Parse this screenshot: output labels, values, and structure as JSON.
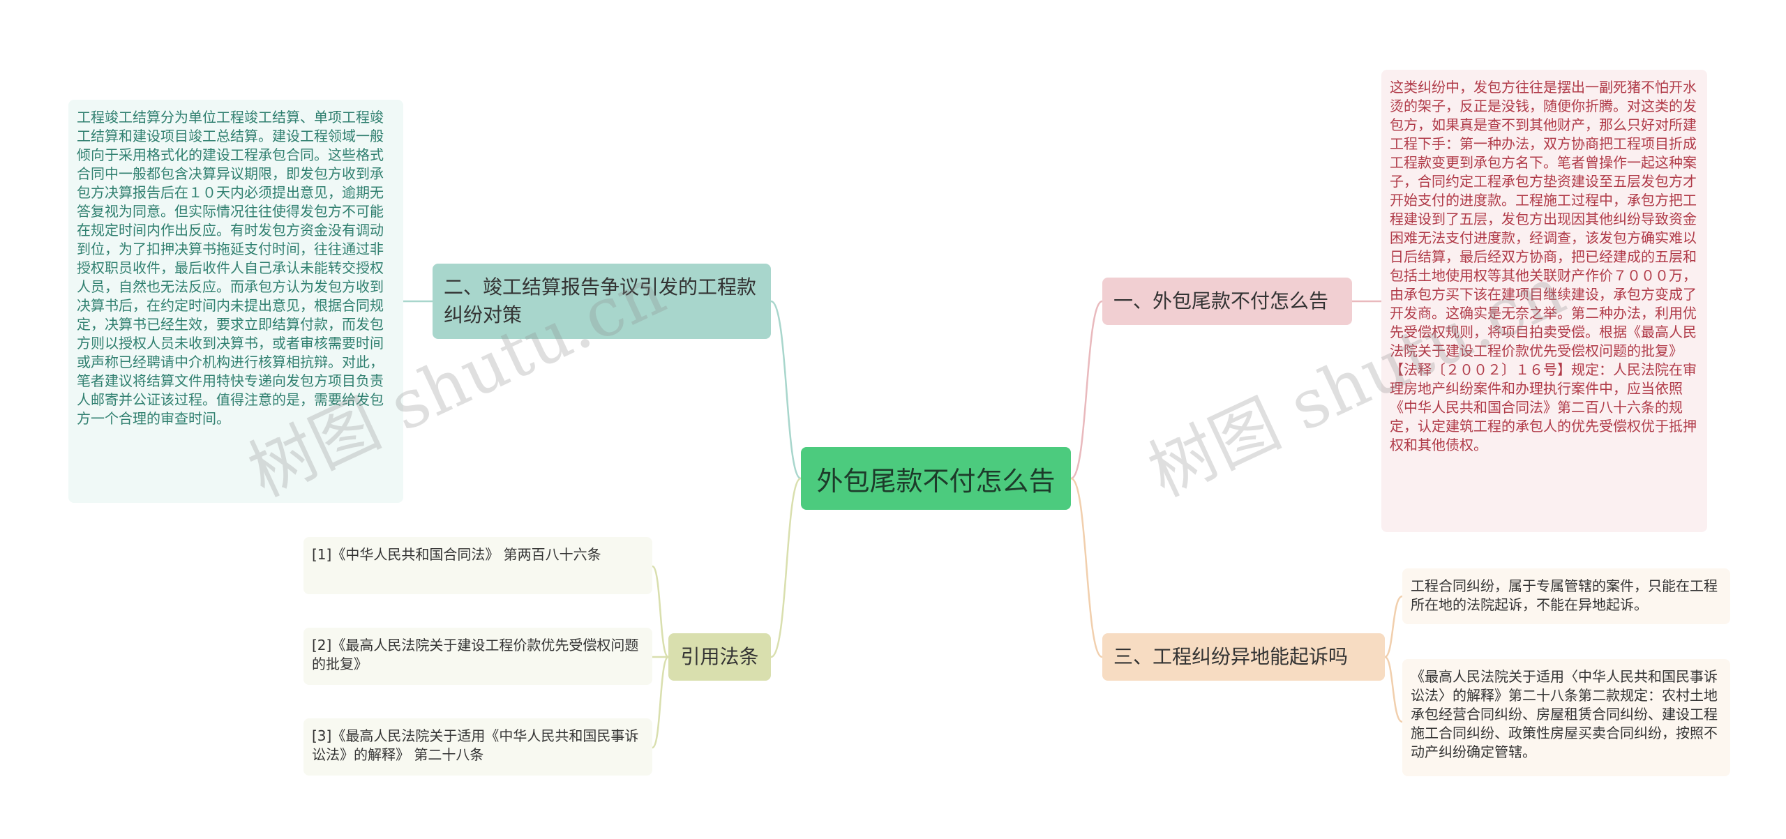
{
  "root": {
    "label": "外包尾款不付怎么告"
  },
  "branches": {
    "b1": {
      "label": "一、外包尾款不付怎么告",
      "leaf": "这类纠纷中，发包方往往是摆出一副死猪不怕开水烫的架子，反正是没钱，随便你折腾。对这类的发包方，如果真是查不到其他财产，那么只好对所建工程下手：第一种办法，双方协商把工程项目折成工程款变更到承包方名下。笔者曾操作一起这种案子，合同约定工程承包方垫资建设至五层发包方才开始支付的进度款。工程施工过程中，承包方把工程建设到了五层，发包方出现因其他纠纷导致资金困难无法支付进度款，经调查，该发包方确实难以日后结算，最后经双方协商，把已经建成的五层和包括土地使用权等其他关联财产作价７０００万，由承包方买下该在建项目继续建设，承包方变成了开发商。这确实是无奈之举。第二种办法，利用优先受偿权规则，将项目拍卖受偿。根据《最高人民法院关于建设工程价款优先受偿权问题的批复》【法释〔２００２〕１６号】规定：人民法院在审理房地产纠纷案件和办理执行案件中，应当依照《中华人民共和国合同法》第二百八十六条的规定，认定建筑工程的承包人的优先受偿权优于抵押权和其他债权。"
    },
    "b2": {
      "label": "二、竣工结算报告争议引发的工程款纠纷对策",
      "leaf": "工程竣工结算分为单位工程竣工结算、单项工程竣工结算和建设项目竣工总结算。建设工程领域一般倾向于采用格式化的建设工程承包合同。这些格式合同中一般都包含决算异议期限，即发包方收到承包方决算报告后在１０天内必须提出意见，逾期无答复视为同意。但实际情况往往使得发包方不可能在规定时间内作出反应。有时发包方资金没有调动到位，为了扣押决算书拖延支付时间，往往通过非授权职员收件，最后收件人自己承认未能转交授权人员，自然也无法反应。而承包方认为发包方收到决算书后，在约定时间内未提出意见，根据合同规定，决算书已经生效，要求立即结算付款，而发包方则以授权人员未收到决算书，或者审核需要时间或声称已经聘请中介机构进行核算相抗辩。对此，笔者建议将结算文件用特快专递向发包方项目负责人邮寄并公证该过程。值得注意的是，需要给发包方一个合理的审查时间。"
    },
    "b3": {
      "label": "三、工程纠纷异地能起诉吗",
      "leaves": [
        "工程合同纠纷，属于专属管辖的案件，只能在工程所在地的法院起诉，不能在异地起诉。",
        "《最高人民法院关于适用〈中华人民共和国民事诉讼法〉的解释》第二十八条第二款规定：农村土地承包经营合同纠纷、房屋租赁合同纠纷、建设工程施工合同纠纷、政策性房屋买卖合同纠纷，按照不动产纠纷确定管辖。"
      ]
    },
    "law": {
      "label": "引用法条",
      "leaves": [
        "[1]《中华人民共和国合同法》 第两百八十六条",
        "[2]《最高人民法院关于建设工程价款优先受偿权问题的批复》",
        "[3]《最高人民法院关于适用《中华人民共和国民事诉讼法》的解释》 第二十八条"
      ]
    }
  },
  "watermarks": [
    "树图 shutu.cn",
    "树图 shutu.cn"
  ],
  "colors": {
    "root": "#4ccb7e",
    "branch1": "#f1cfd2",
    "branch2": "#a8d6cc",
    "branch3": "#f7dcc2",
    "law": "#d9dfae",
    "leaf_red_text": "#b03a48",
    "leaf_teal_text": "#2f7f6f"
  }
}
